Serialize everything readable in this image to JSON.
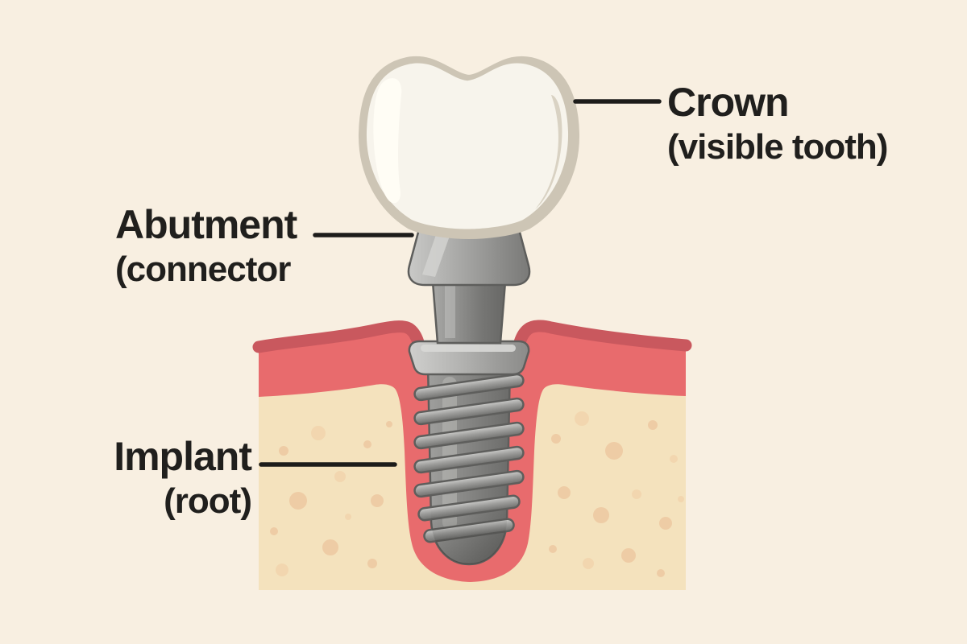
{
  "labels": {
    "crown": {
      "title": "Crown",
      "subtitle": "(visible tooth)"
    },
    "abutment": {
      "title": "Abutment",
      "subtitle": "(connector"
    },
    "implant": {
      "title": "Implant",
      "subtitle": "(root)"
    }
  },
  "colors": {
    "background": "#f8efe1",
    "bone": "#f4e2bd",
    "bone_dot": "#eec9a1",
    "bone_dot_light": "#f2d5ad",
    "gum": "#e86b6d",
    "gum_dark": "#c9585e",
    "crown_fill": "#f7f4ec",
    "crown_outline": "#cdc5b5",
    "crown_shadow": "#d9d2c3",
    "crown_highlight": "#fffdf6",
    "metal_light": "#c9c9c7",
    "metal_mid": "#9a9a98",
    "metal_dark": "#737371",
    "leader_line": "#1d1c1a",
    "label_text": "#201f1d"
  }
}
